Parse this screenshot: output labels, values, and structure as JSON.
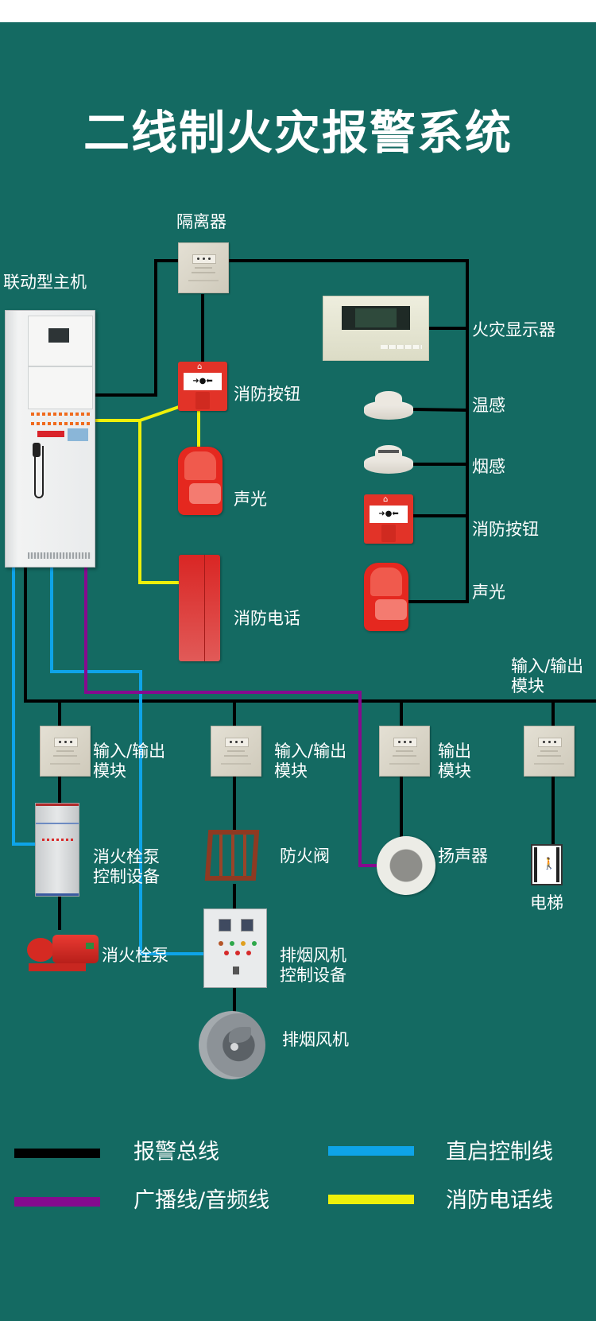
{
  "title": "二线制火灾报警系统",
  "labels": {
    "controller": "联动型主机",
    "isolator": "隔离器",
    "call_point_left": "消防按钮",
    "sounder_left": "声光",
    "fire_telephone": "消防电话",
    "fire_display": "火灾显示器",
    "heat_detector": "温感",
    "smoke_detector": "烟感",
    "call_point_right": "消防按钮",
    "sounder_right": "声光",
    "bus_module_label": "输入/输出\n模块",
    "module_1": "输入/输出\n模块",
    "module_2": "输入/输出\n模块",
    "module_3": "输出\n模块",
    "hydrant_pump_control": "消火栓泵\n控制设备",
    "hydrant_pump": "消火栓泵",
    "fire_damper": "防火阀",
    "smoke_fan_control": "排烟风机\n控制设备",
    "smoke_fan": "排烟风机",
    "speaker": "扬声器",
    "elevator": "电梯"
  },
  "legend": [
    {
      "label": "报警总线",
      "color": "#000000",
      "key": "alarm-bus"
    },
    {
      "label": "直启控制线",
      "color": "#0ea4e8",
      "key": "direct-control"
    },
    {
      "label": "广播线/音频线",
      "color": "#860a8e",
      "key": "broadcast-audio"
    },
    {
      "label": "消防电话线",
      "color": "#eef00a",
      "key": "fire-telephone"
    }
  ],
  "colors": {
    "background": "#146a62",
    "alarm_bus": "#000000",
    "direct_control": "#0ea4e8",
    "broadcast": "#860a8e",
    "telephone": "#eef00a"
  }
}
